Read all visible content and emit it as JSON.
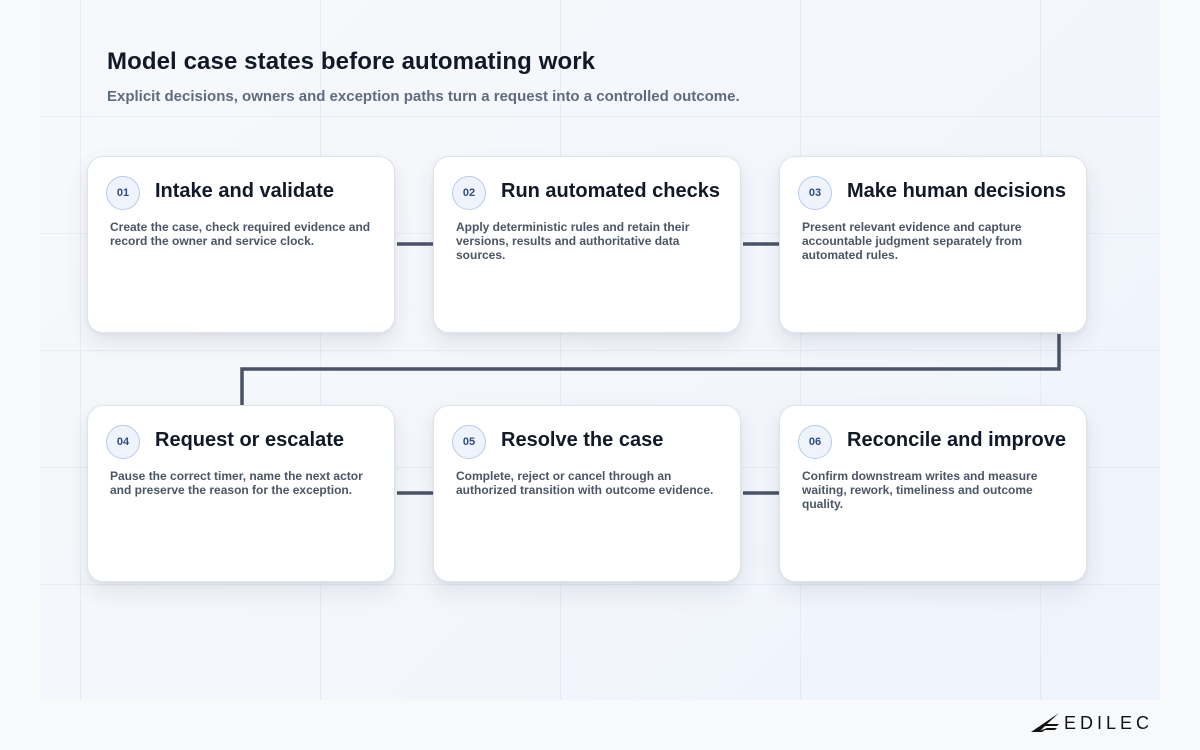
{
  "header": {
    "title": "Model case states before automating work",
    "subtitle": "Explicit decisions, owners and exception paths turn a request into a controlled outcome."
  },
  "steps": [
    {
      "number": "01",
      "title": "Intake and validate",
      "description": "Create the case, check required evidence and record the owner and service clock."
    },
    {
      "number": "02",
      "title": "Run automated checks",
      "description": "Apply deterministic rules and retain their versions, results and authoritative data sources."
    },
    {
      "number": "03",
      "title": "Make human decisions",
      "description": "Present relevant evidence and capture accountable judgment separately from automated rules."
    },
    {
      "number": "04",
      "title": "Request or escalate",
      "description": "Pause the correct timer, name the next actor and preserve the reason for the exception."
    },
    {
      "number": "05",
      "title": "Resolve the case",
      "description": "Complete, reject or cancel through an authorized transition with outcome evidence."
    },
    {
      "number": "06",
      "title": "Reconcile and improve",
      "description": "Confirm downstream writes and measure waiting, rework, timeliness and outcome quality."
    }
  ],
  "brand": {
    "name": "EDILEC"
  },
  "colors": {
    "connector": "#4a5468",
    "badge_text": "#2f4b82",
    "badge_border": "#b9cbea"
  }
}
